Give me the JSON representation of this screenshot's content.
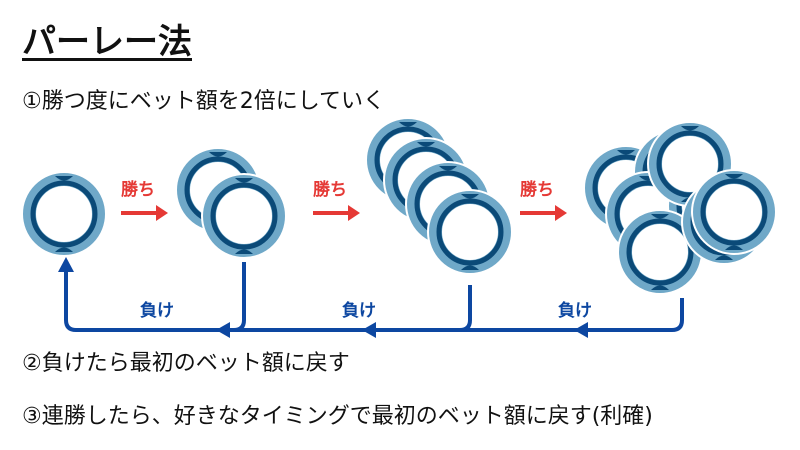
{
  "title": "パーレー法",
  "rules": [
    "①勝つ度にベット額を2倍にしていく",
    "②負けたら最初のベット額に戻す",
    "③連勝したら、好きなタイミングで最初のベット額に戻す(利確)"
  ],
  "win_label": "勝ち",
  "lose_label": "負け",
  "stages": [
    {
      "chip_count": 1
    },
    {
      "chip_count": 2
    },
    {
      "chip_count": 4
    },
    {
      "chip_count": 8
    }
  ],
  "colors": {
    "chip_outer": "#6fa8c8",
    "chip_ring": "#0b4a78",
    "win_arrow": "#e53935",
    "lose_line": "#0d47a1"
  }
}
